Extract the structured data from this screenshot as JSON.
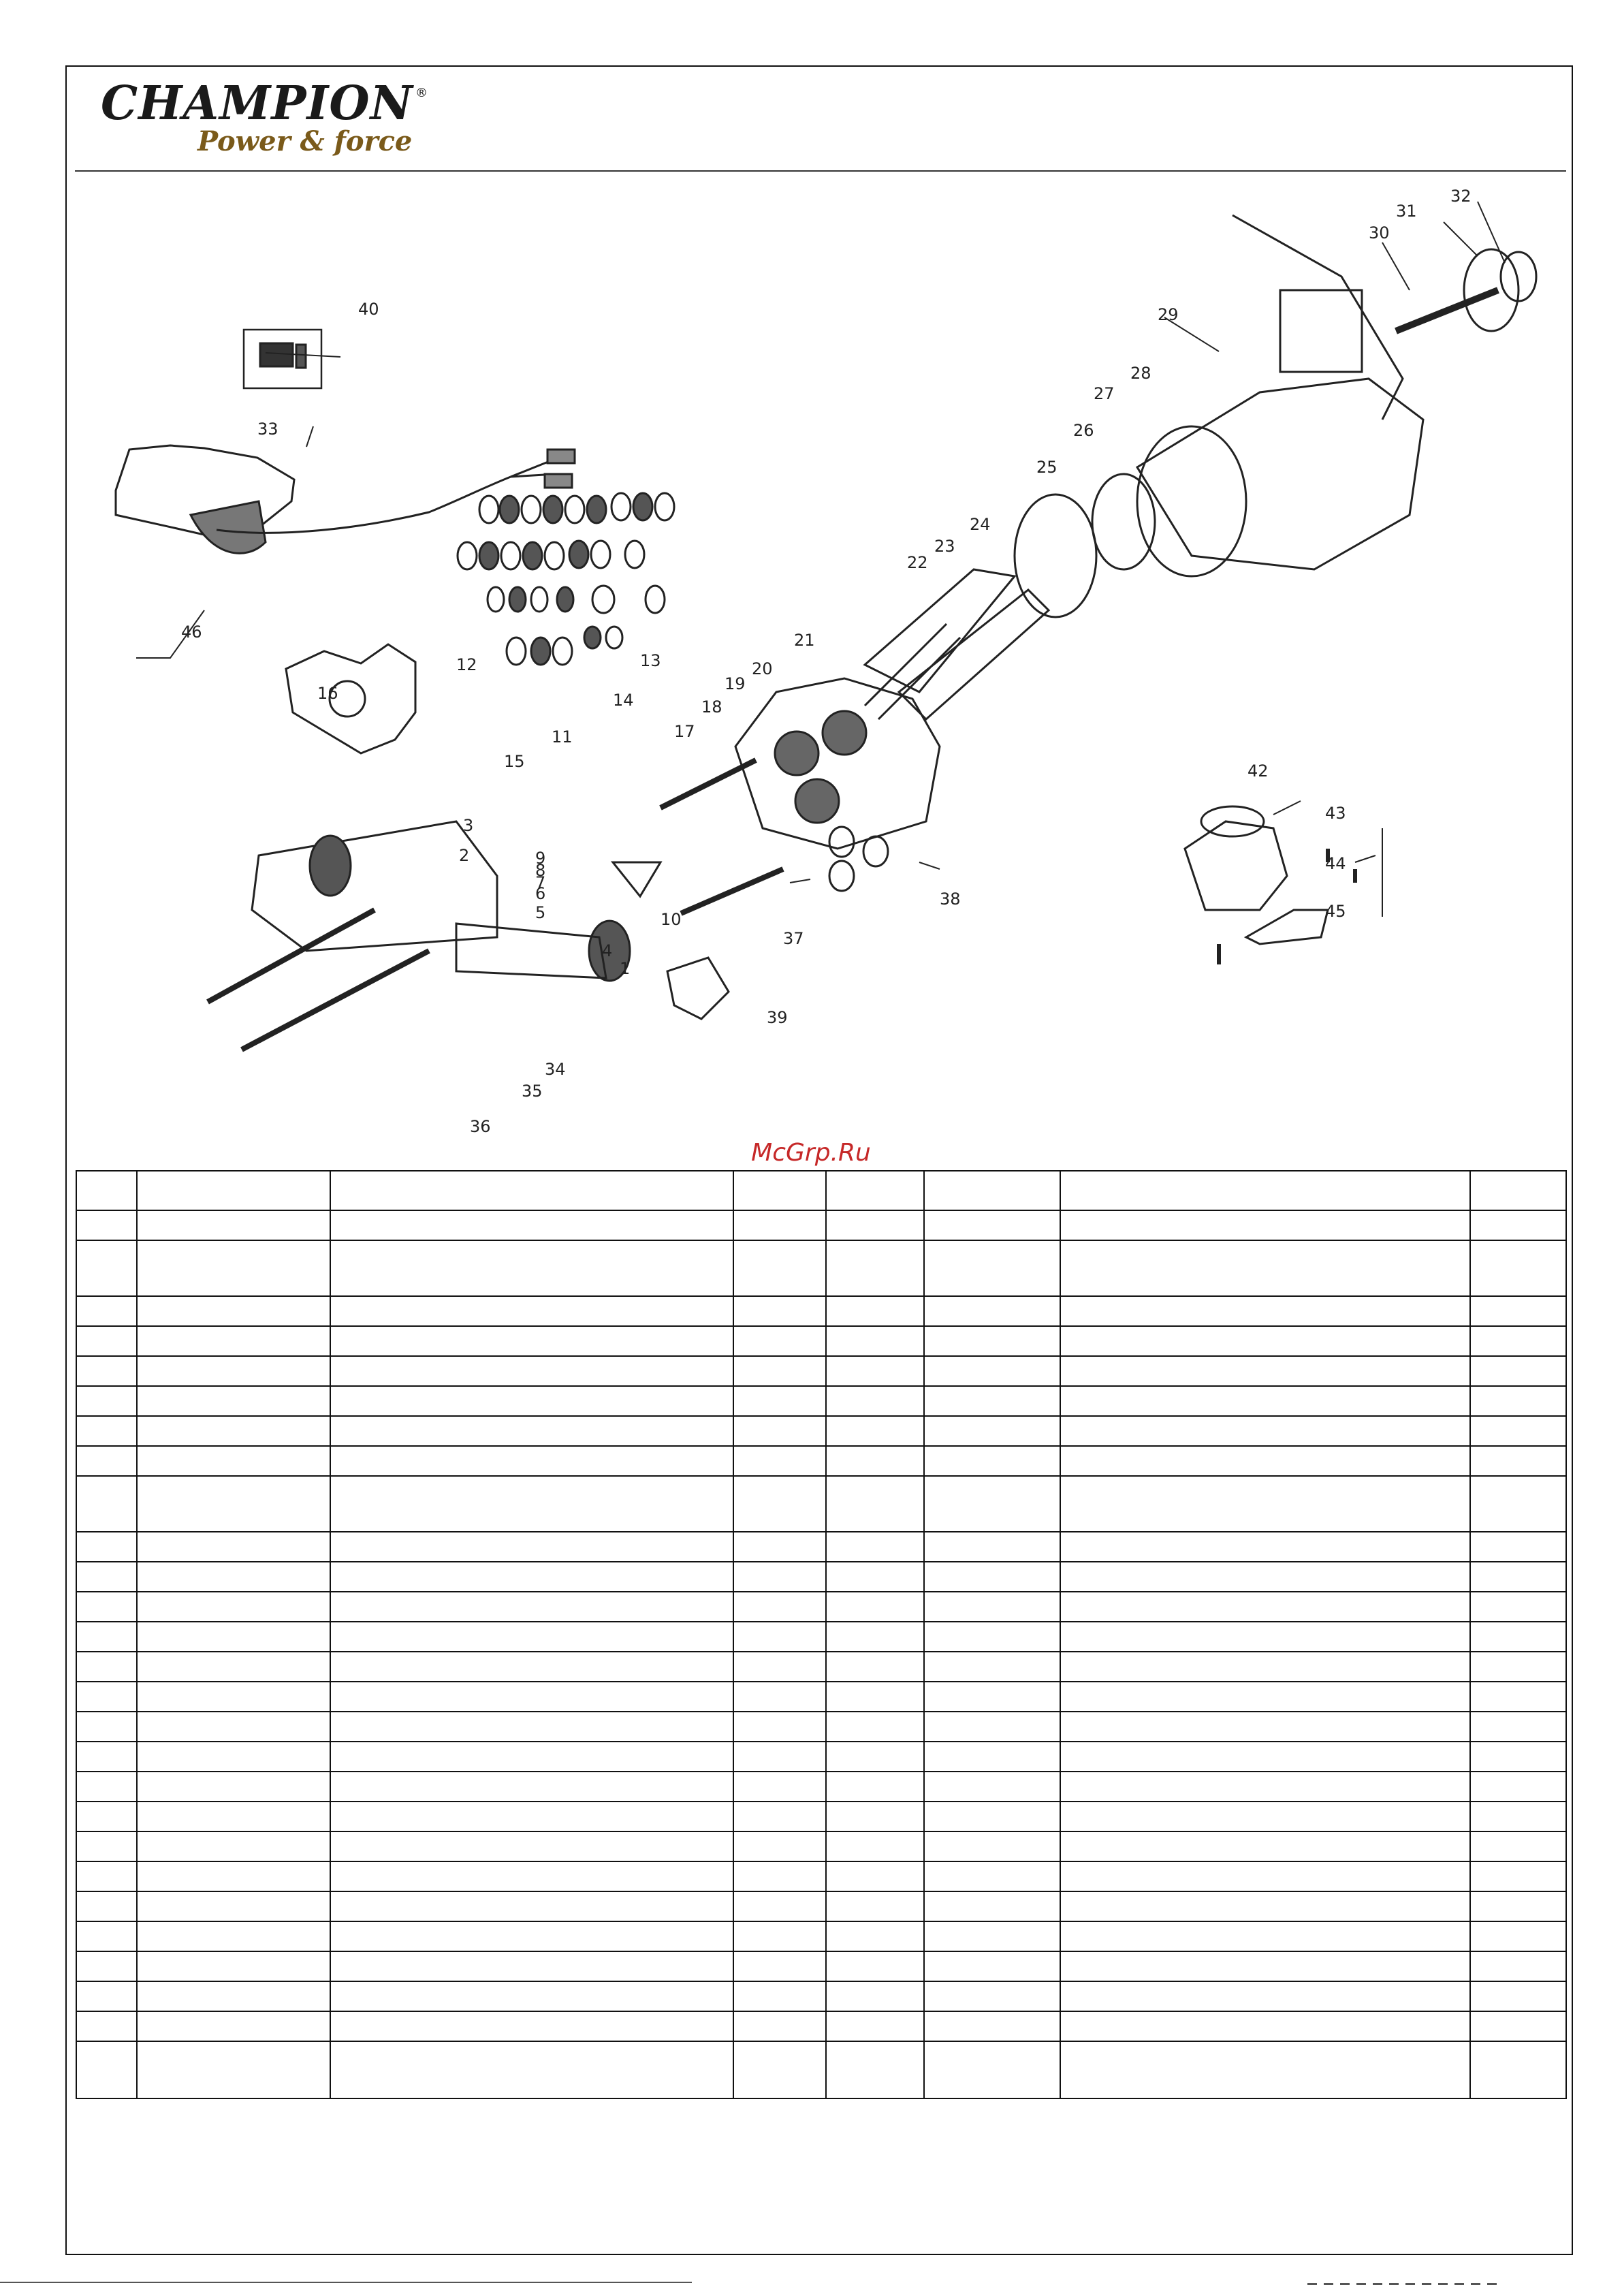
{
  "brand": {
    "name": "CHAMPION",
    "registered_mark": "®",
    "tagline": "Power & force"
  },
  "watermark": "McGrp.Ru",
  "callouts": [
    "1",
    "2",
    "3",
    "4",
    "5",
    "6",
    "7",
    "8",
    "9",
    "10",
    "11",
    "12",
    "13",
    "14",
    "15",
    "16",
    "17",
    "18",
    "19",
    "20",
    "21",
    "22",
    "23",
    "24",
    "25",
    "26",
    "27",
    "28",
    "29",
    "30",
    "31",
    "32",
    "33",
    "34",
    "35",
    "36",
    "37",
    "38",
    "39",
    "40",
    "42",
    "43",
    "44",
    "45",
    "46"
  ],
  "table": {
    "columns": 8,
    "rows": 28
  },
  "colors": {
    "frame": "#111111",
    "logo_text": "#1a1a1a",
    "logo_tagline": "#7a5a1a",
    "watermark": "#c62828",
    "drawing": "#222222"
  }
}
